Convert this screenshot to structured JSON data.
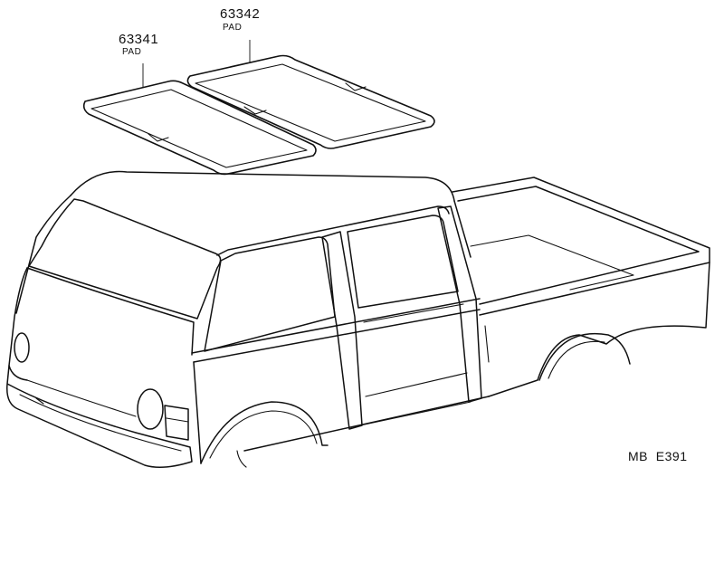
{
  "parts": [
    {
      "id": "pad-rear",
      "number": "63342",
      "name": "PAD"
    },
    {
      "id": "pad-front",
      "number": "63341",
      "name": "PAD"
    }
  ],
  "reference_code": "MB  E391"
}
